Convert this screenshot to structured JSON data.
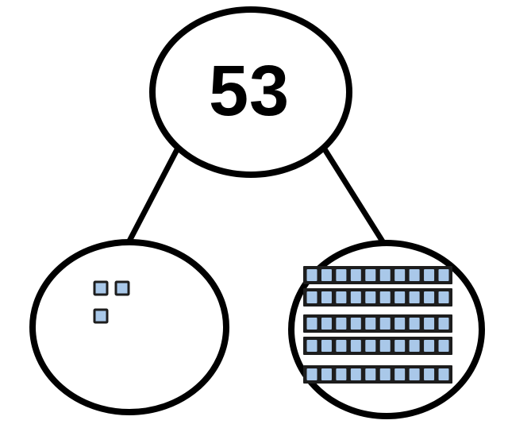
{
  "diagram": {
    "type": "number-bond",
    "whole": {
      "label": "53"
    },
    "parts": [
      {
        "id": "ones",
        "value": 3,
        "block_count": 3,
        "block_unit": 1,
        "description": "3 unit blocks"
      },
      {
        "id": "tens",
        "value": 50,
        "rod_count": 5,
        "cells_per_rod": 10,
        "block_unit": 10,
        "description": "5 rods of 10"
      }
    ]
  },
  "colors": {
    "background": "#ffffff",
    "outline": "#000000",
    "block_fill": "#a9c8e9",
    "block_border": "#1d1d1d"
  }
}
